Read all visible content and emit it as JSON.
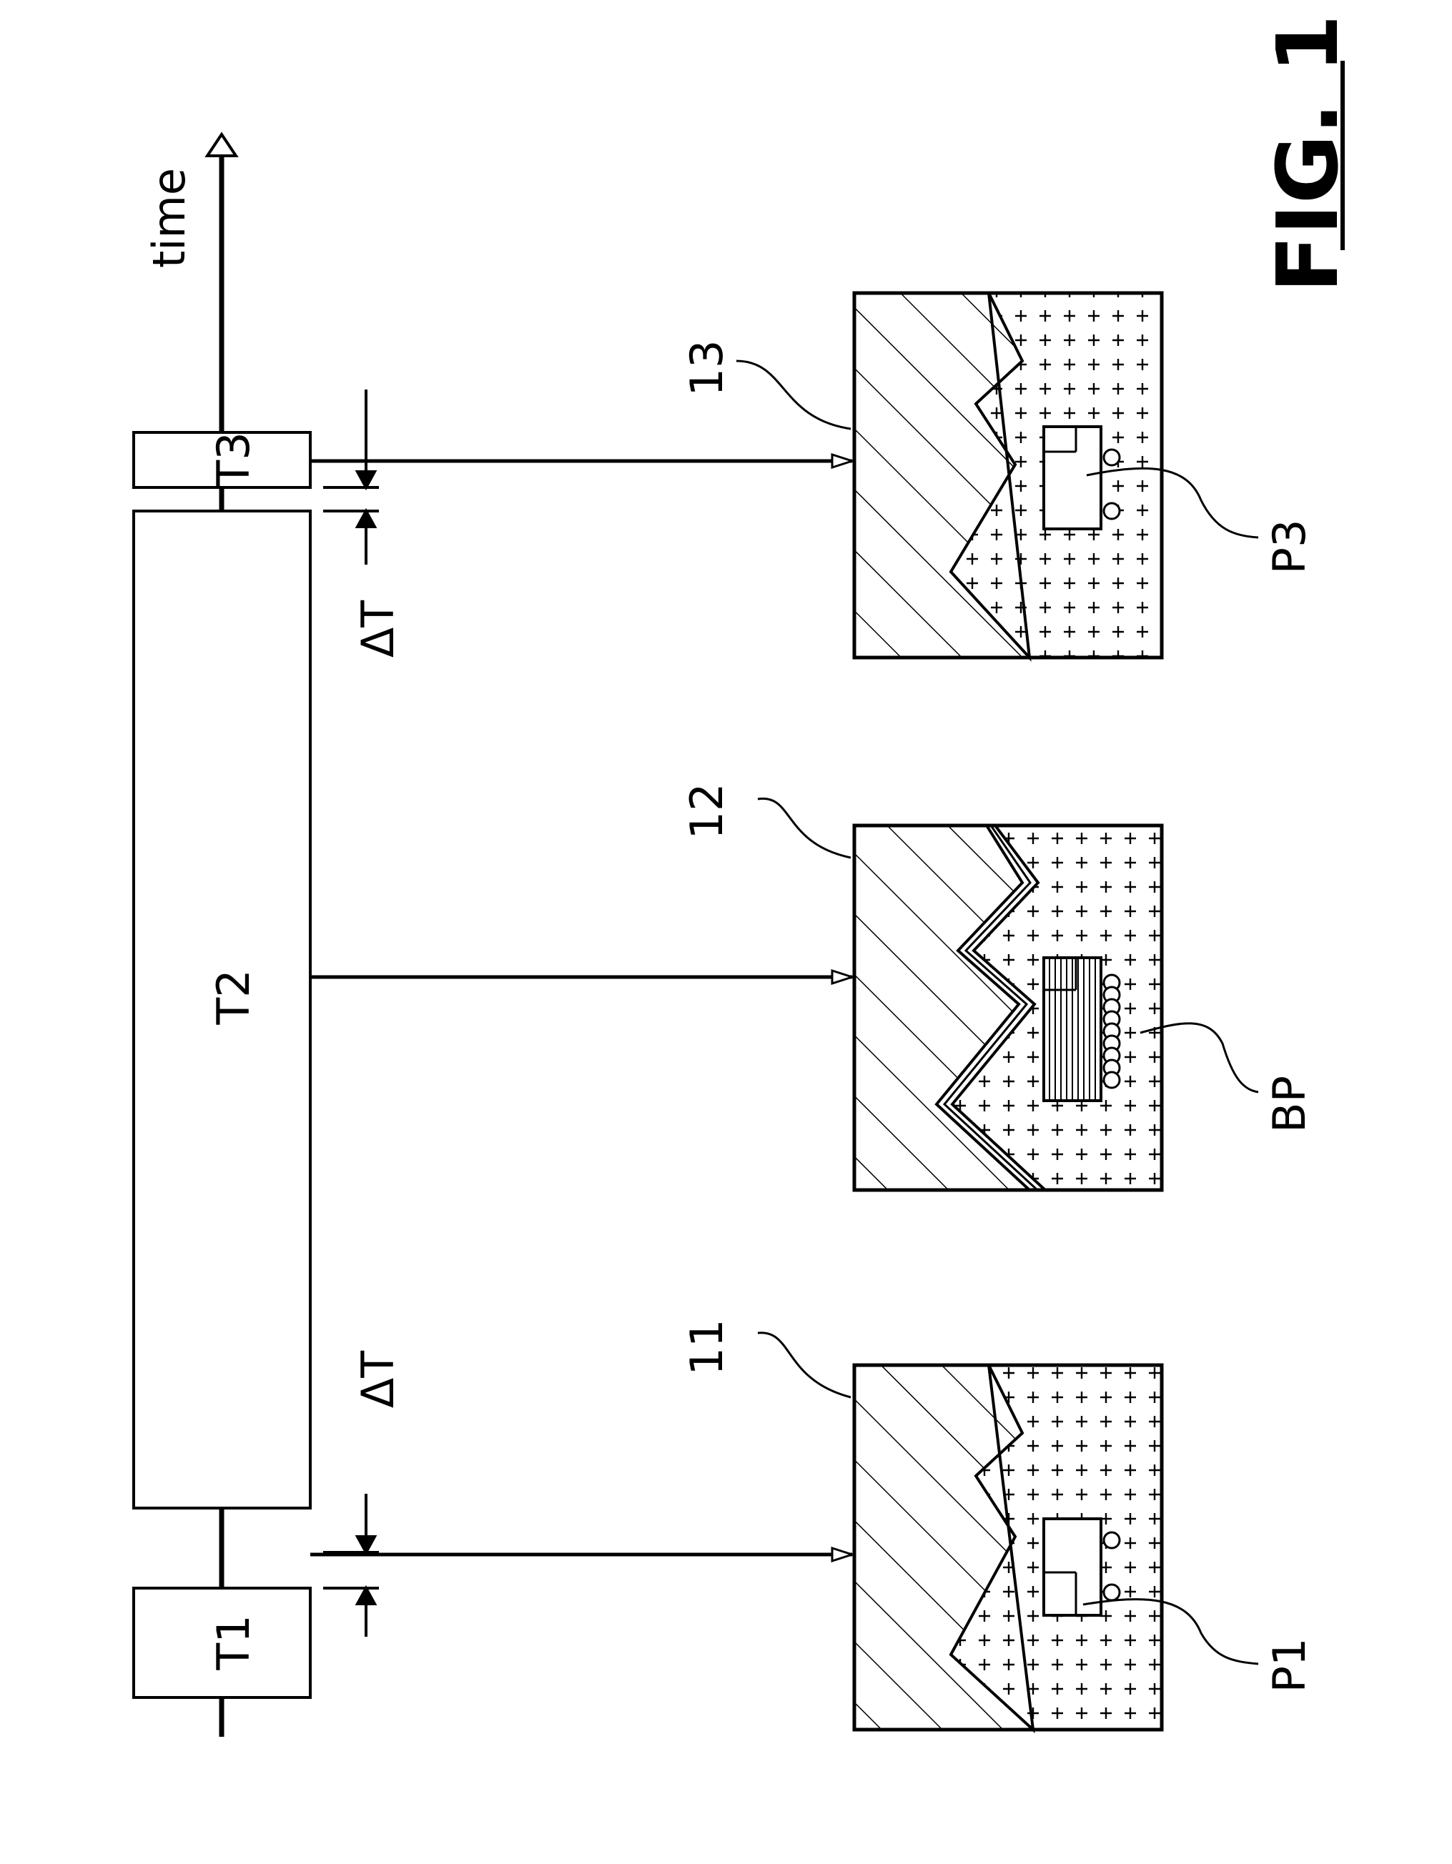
{
  "figure": {
    "title": "FIG. 1",
    "axis_label": "time",
    "intervals": {
      "t1": "T1",
      "t2": "T2",
      "t3": "T3"
    },
    "gap_label": "ΔT",
    "panels": [
      {
        "ref": "11",
        "pattern_ref": "P1"
      },
      {
        "ref": "12",
        "pattern_ref": "BP"
      },
      {
        "ref": "13",
        "pattern_ref": "P3"
      }
    ]
  }
}
